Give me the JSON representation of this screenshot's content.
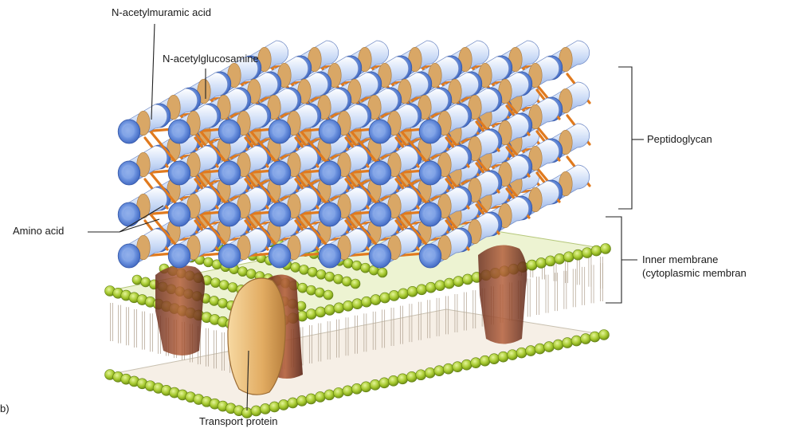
{
  "labels": {
    "n_acetylmuramic": "N-acetylmuramic acid",
    "n_acetylglucosamine": "N-acetylglucosamine",
    "peptidoglycan": "Peptidoglycan",
    "amino_acid": "Amino acid",
    "inner_membrane_line1": "Inner membrane",
    "inner_membrane_line2": "(cytoplasmic membran",
    "transport_protein": "Transport protein",
    "panel": "b)"
  },
  "colors": {
    "glycan_cylinder": "#a9c6f0",
    "glycan_end": "#5a86d8",
    "nag_band": "#d9a766",
    "peptide_link": "#e07a1e",
    "lipid_head": "#a8cc33",
    "lipid_tail": "#f4e8d8",
    "transport_protein": "#e6b877",
    "embedded_protein": "#8a4a32"
  }
}
